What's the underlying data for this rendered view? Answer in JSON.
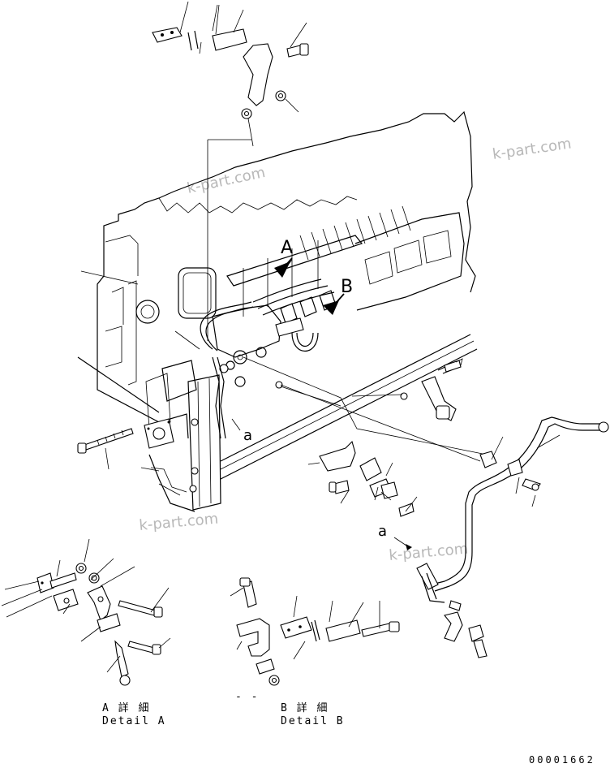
{
  "watermarks": [
    "k-part.com",
    "k-part.com",
    "k-part.com",
    "k-part.com"
  ],
  "callouts": {
    "a_upper": "A",
    "b_upper": "B",
    "a_lower_main": "a",
    "a_lower_pipe": "a"
  },
  "captions": {
    "detail_a_jp": "A 詳 細",
    "detail_a_en": "Detail A",
    "detail_b_jp": "B 詳 細",
    "detail_b_en": "Detail B",
    "dash_mark": "- -"
  },
  "document_number": "00001662"
}
